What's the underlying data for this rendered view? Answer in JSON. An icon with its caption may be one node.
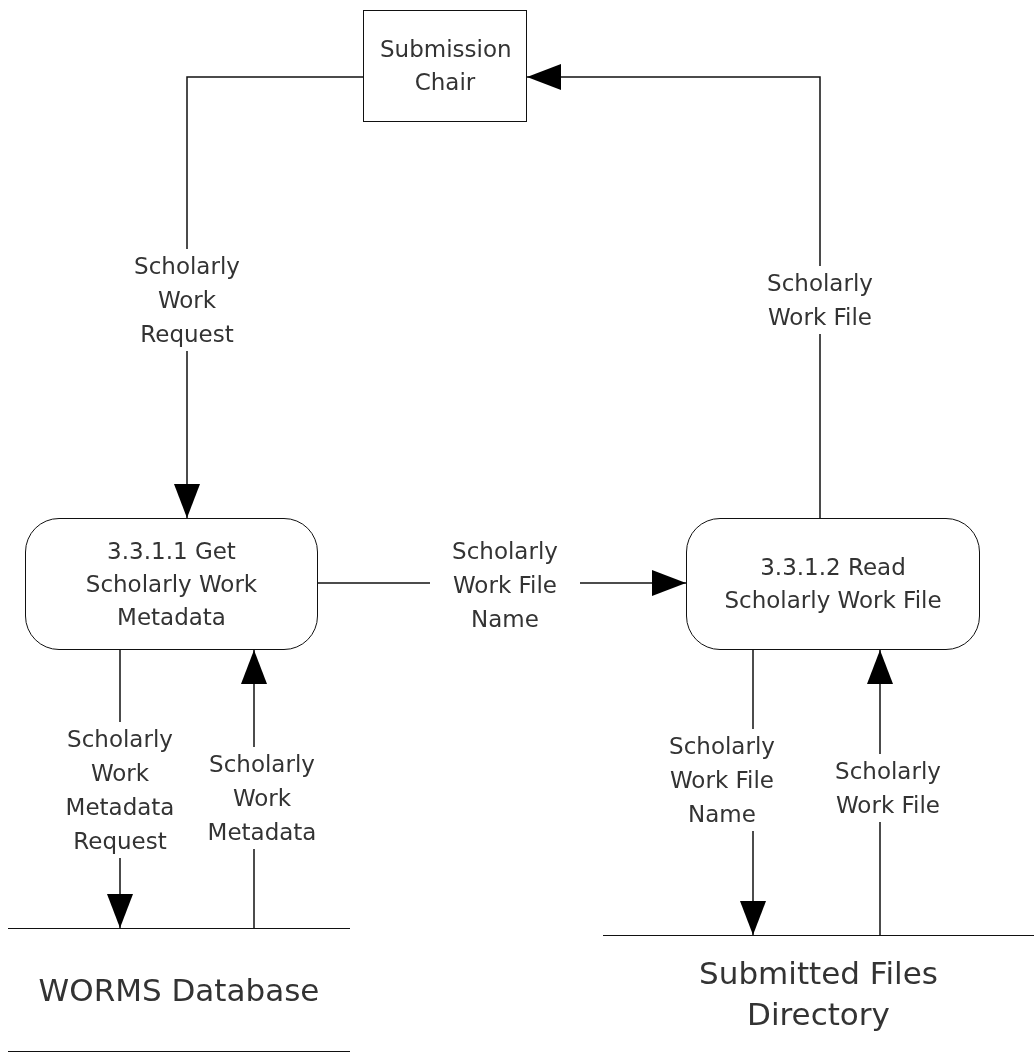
{
  "diagram": {
    "nodes": [
      {
        "text": [
          "Submission Chair"
        ]
      },
      {
        "text": [
          "3.3.1.1 Get Scholarly Work Metadata"
        ]
      },
      {
        "text": [
          "3.3.1.2 Read Scholarly Work File"
        ]
      },
      {
        "text": [
          "WORMS Database"
        ]
      },
      {
        "text": [
          "Submitted Files Directory"
        ]
      }
    ],
    "edges": [
      {
        "from": 0,
        "to": 1,
        "arrow": "to",
        "label": "Scholarly Work Request"
      },
      {
        "from": 2,
        "to": 0,
        "arrow": "to",
        "label": "Scholarly Work File"
      },
      {
        "from": 1,
        "to": 2,
        "arrow": "to",
        "label": "Scholarly Work File Name"
      },
      {
        "from": 1,
        "to": 3,
        "arrow": "to",
        "label": "Scholarly Work Metadata Request"
      },
      {
        "from": 3,
        "to": 1,
        "arrow": "to",
        "label": "Scholarly Work Metadata"
      },
      {
        "from": 2,
        "to": 4,
        "arrow": "to",
        "label": "Scholarly Work File Name"
      },
      {
        "from": 4,
        "to": 2,
        "arrow": "to",
        "label": "Scholarly Work File"
      }
    ]
  }
}
